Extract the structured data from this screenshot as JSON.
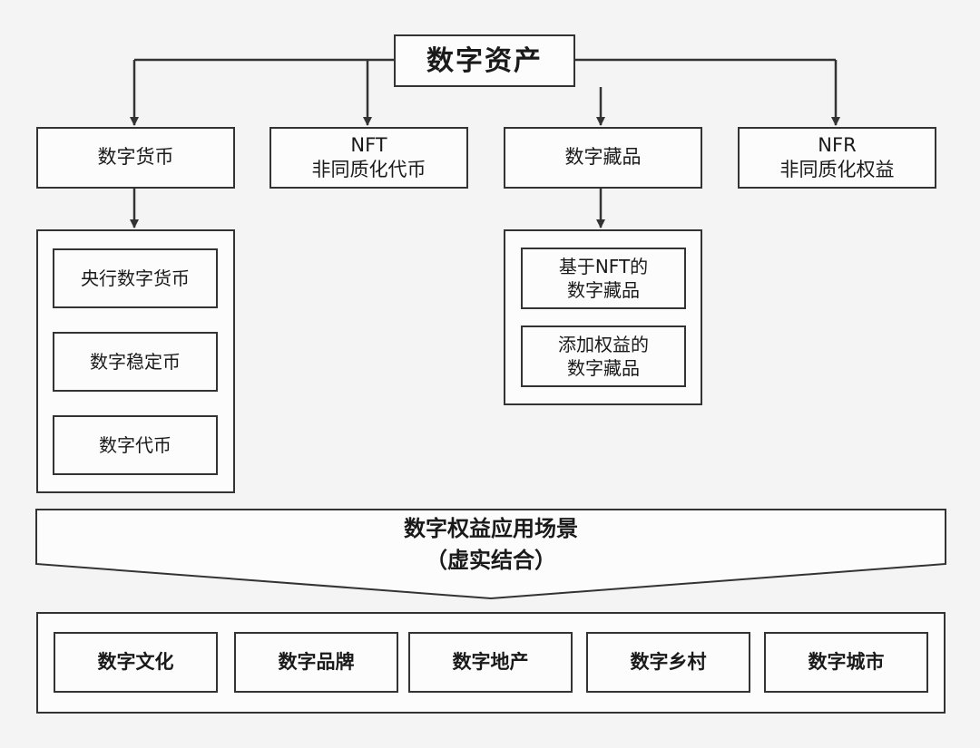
{
  "root": {
    "label": "数字资产"
  },
  "categories": [
    {
      "label": "数字货币"
    },
    {
      "label": "NFT\n非同质化代币"
    },
    {
      "label": "数字藏品"
    },
    {
      "label": "NFR\n非同质化权益"
    }
  ],
  "currency_types": [
    {
      "label": "央行数字货币"
    },
    {
      "label": "数字稳定币"
    },
    {
      "label": "数字代币"
    }
  ],
  "collectible_types": [
    {
      "label": "基于NFT的\n数字藏品"
    },
    {
      "label": "添加权益的\n数字藏品"
    }
  ],
  "scenario": {
    "label": "数字权益应用场景\n（虚实结合）"
  },
  "applications": [
    {
      "label": "数字文化"
    },
    {
      "label": "数字品牌"
    },
    {
      "label": "数字地产"
    },
    {
      "label": "数字乡村"
    },
    {
      "label": "数字城市"
    }
  ]
}
